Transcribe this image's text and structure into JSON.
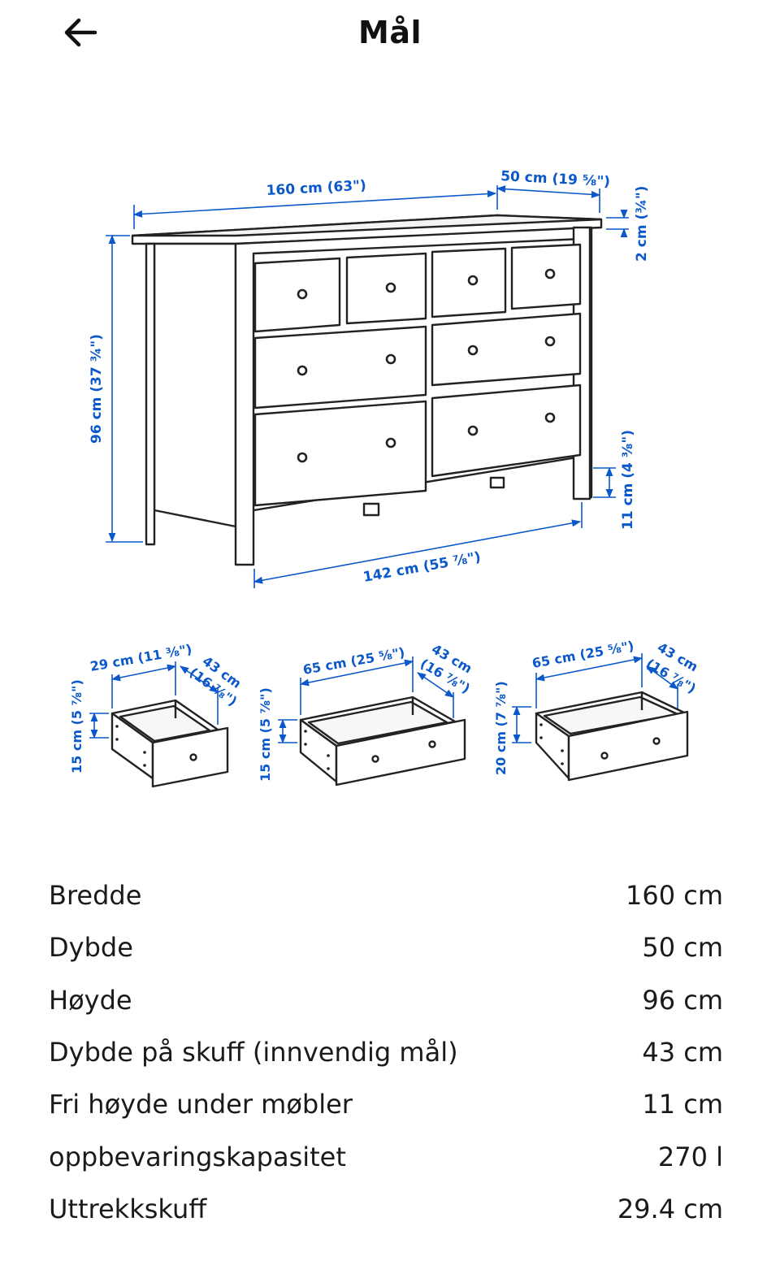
{
  "header": {
    "title": "Mål",
    "back_icon": "arrow-left-icon"
  },
  "diagram": {
    "colors": {
      "dimension": "#0a58ca",
      "line": "#222222"
    },
    "main": {
      "width": "160 cm (63\")",
      "depth": "50 cm (19 ⅝\")",
      "top_thickness": "2 cm (¾\")",
      "height": "96 cm (37 ¾\")",
      "clearance": "11 cm (4 ⅜\")",
      "inner_width": "142 cm (55 ⅞\")"
    },
    "drawers": [
      {
        "width": "29 cm (11 ⅜\")",
        "depth": "43 cm",
        "depth_in": "(16 ⅞\")",
        "height": "15 cm (5 ⅞\")"
      },
      {
        "width": "65 cm (25 ⅝\")",
        "depth": "43 cm",
        "depth_in": "(16 ⅞\")",
        "height": "15 cm (5 ⅞\")"
      },
      {
        "width": "65 cm (25 ⅝\")",
        "depth": "43 cm",
        "depth_in": "(16 ⅞\")",
        "height": "20 cm (7 ⅞\")"
      }
    ]
  },
  "specs": [
    {
      "label": "Bredde",
      "value": "160 cm"
    },
    {
      "label": "Dybde",
      "value": "50 cm"
    },
    {
      "label": "Høyde",
      "value": "96 cm"
    },
    {
      "label": "Dybde på skuff (innvendig mål)",
      "value": "43 cm"
    },
    {
      "label": "Fri høyde under møbler",
      "value": "11 cm"
    },
    {
      "label": "oppbevaringskapasitet",
      "value": "270 l"
    },
    {
      "label": "Uttrekkskuff",
      "value": "29.4 cm"
    }
  ]
}
